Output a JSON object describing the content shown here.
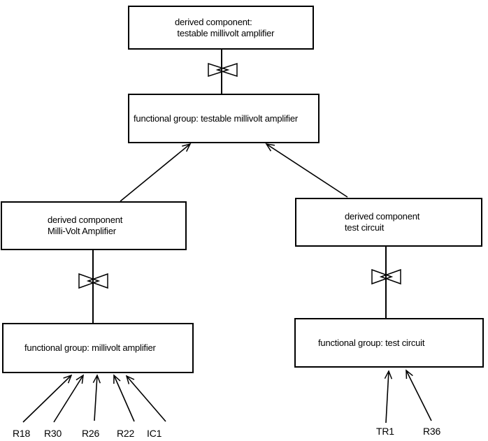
{
  "diagram": {
    "colors": {
      "line": "#000000",
      "background": "#ffffff",
      "text": "#000000"
    },
    "nodes": {
      "derived_testable": "derived component:\n testable millivolt amplifier",
      "fg_testable": "functional group: testable millivolt amplifier",
      "derived_mva": "derived component\nMilli-Volt Amplifier",
      "derived_tc": "derived component\ntest circuit",
      "fg_mva": "functional group: millivolt amplifier",
      "fg_tc": "functional group: test circuit"
    },
    "leaves": {
      "mva": [
        "R18",
        "R30",
        "R26",
        "R22",
        "IC1"
      ],
      "tc": [
        "TR1",
        "R36"
      ]
    },
    "icons": {
      "bowtie": "bowtie-decomposition-symbol"
    }
  }
}
